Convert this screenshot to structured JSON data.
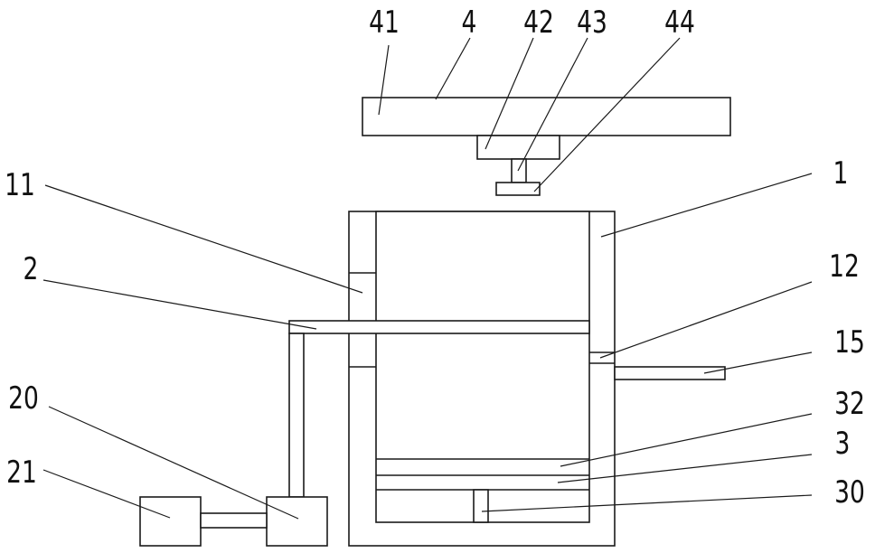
{
  "callouts": {
    "c41": "41",
    "c4": "4",
    "c42": "42",
    "c43": "43",
    "c44": "44",
    "c11": "11",
    "c1": "1",
    "c2": "2",
    "c12": "12",
    "c15": "15",
    "c20": "20",
    "c32": "32",
    "c3": "3",
    "c21": "21",
    "c30": "30"
  }
}
